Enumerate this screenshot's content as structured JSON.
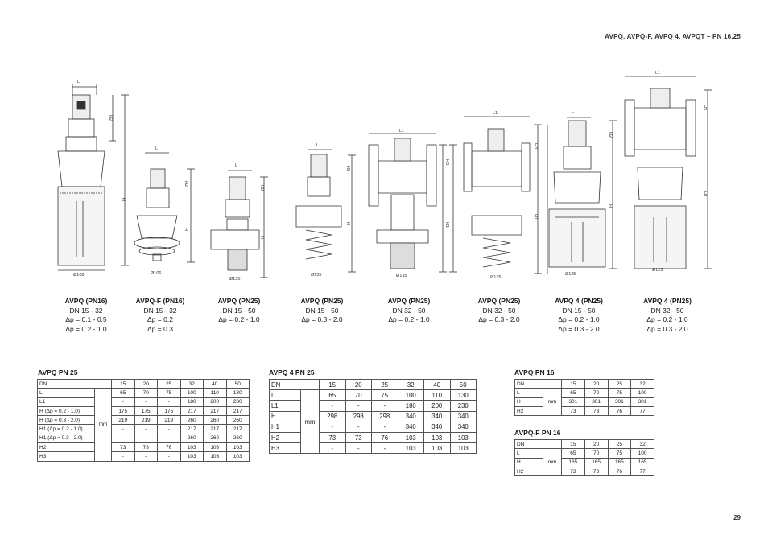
{
  "page": {
    "header": "AVPQ, AVPQ-F, AVPQ 4, AVPQT – PN 16,25",
    "page_number": "29"
  },
  "drawings": [
    {
      "diameter": "Ø108"
    },
    {
      "diameter": "Ø106"
    },
    {
      "diameter": "Ø135"
    },
    {
      "diameter": "Ø135"
    },
    {
      "diameter": "Ø135"
    },
    {
      "diameter": "Ø135"
    },
    {
      "diameter": "Ø125"
    },
    {
      "diameter": "Ø125"
    }
  ],
  "dimension_labels": {
    "L": "L",
    "L1": "L1",
    "H": "H",
    "H1": "H1",
    "H2": "H2",
    "H3": "H3"
  },
  "captions": [
    {
      "title": "AVPQ (PN16)",
      "lines": [
        "DN 15 - 32",
        "Δp = 0.1 - 0.5",
        "Δp = 0.2 - 1.0"
      ]
    },
    {
      "title": "AVPQ-F (PN16)",
      "lines": [
        "DN 15 - 32",
        "Δp = 0.2",
        "Δp = 0.3"
      ]
    },
    {
      "title": "AVPQ (PN25)",
      "lines": [
        "DN 15 - 50",
        "Δp = 0.2 - 1.0"
      ]
    },
    {
      "title": "AVPQ (PN25)",
      "lines": [
        "DN 15 - 50",
        "Δp = 0.3 - 2.0"
      ]
    },
    {
      "title": "AVPQ (PN25)",
      "lines": [
        "DN 32 - 50",
        "Δp = 0.2 - 1.0"
      ]
    },
    {
      "title": "AVPQ (PN25)",
      "lines": [
        "DN 32 - 50",
        "Δp = 0.3 - 2.0"
      ]
    },
    {
      "title": "AVPQ 4 (PN25)",
      "lines": [
        "DN 15 - 50",
        "Δp = 0.2 - 1.0",
        "Δp = 0.3 - 2.0"
      ]
    },
    {
      "title": "AVPQ 4 (PN25)",
      "lines": [
        "DN 32 - 50",
        "Δp = 0.2 - 1.0",
        "Δp = 0.3 - 2.0"
      ]
    }
  ],
  "tables": {
    "avpq_pn25": {
      "title": "AVPQ PN 25",
      "unit": "mm",
      "header": [
        "DN",
        "15",
        "20",
        "25",
        "32",
        "40",
        "50"
      ],
      "rows": [
        [
          "L",
          "65",
          "70",
          "75",
          "100",
          "110",
          "130"
        ],
        [
          "L1",
          "-",
          "-",
          "-",
          "180",
          "200",
          "230"
        ],
        [
          "H (Δp = 0.2 - 1.0)",
          "175",
          "175",
          "175",
          "217",
          "217",
          "217"
        ],
        [
          "H (Δp = 0.3 - 2.0)",
          "219",
          "219",
          "219",
          "260",
          "260",
          "260"
        ],
        [
          "H1 (Δp = 0.2 - 1.0)",
          "-",
          "-",
          "-",
          "217",
          "217",
          "217"
        ],
        [
          "H1 (Δp = 0.3 - 2.0)",
          "-",
          "-",
          "-",
          "260",
          "260",
          "260"
        ],
        [
          "H2",
          "73",
          "73",
          "76",
          "103",
          "103",
          "103"
        ],
        [
          "H3",
          "-",
          "-",
          "-",
          "103",
          "103",
          "103"
        ]
      ]
    },
    "avpq4_pn25": {
      "title": "AVPQ 4 PN 25",
      "unit": "mm",
      "header": [
        "DN",
        "15",
        "20",
        "25",
        "32",
        "40",
        "50"
      ],
      "rows": [
        [
          "L",
          "65",
          "70",
          "75",
          "100",
          "110",
          "130"
        ],
        [
          "L1",
          "-",
          "-",
          "-",
          "180",
          "200",
          "230"
        ],
        [
          "H",
          "298",
          "298",
          "298",
          "340",
          "340",
          "340"
        ],
        [
          "H1",
          "-",
          "-",
          "-",
          "340",
          "340",
          "340"
        ],
        [
          "H2",
          "73",
          "73",
          "76",
          "103",
          "103",
          "103"
        ],
        [
          "H3",
          "-",
          "-",
          "-",
          "103",
          "103",
          "103"
        ]
      ]
    },
    "avpq_pn16": {
      "title": "AVPQ PN 16",
      "unit": "mm",
      "header": [
        "DN",
        "15",
        "20",
        "25",
        "32"
      ],
      "rows": [
        [
          "L",
          "65",
          "70",
          "75",
          "100"
        ],
        [
          "H",
          "301",
          "301",
          "301",
          "301"
        ],
        [
          "H2",
          "73",
          "73",
          "76",
          "77"
        ]
      ]
    },
    "avpqf_pn16": {
      "title": "AVPQ-F PN 16",
      "unit": "mm",
      "header": [
        "DN",
        "15",
        "20",
        "25",
        "32"
      ],
      "rows": [
        [
          "L",
          "65",
          "70",
          "75",
          "100"
        ],
        [
          "H",
          "165",
          "165",
          "165",
          "165"
        ],
        [
          "H2",
          "73",
          "73",
          "76",
          "77"
        ]
      ]
    }
  }
}
